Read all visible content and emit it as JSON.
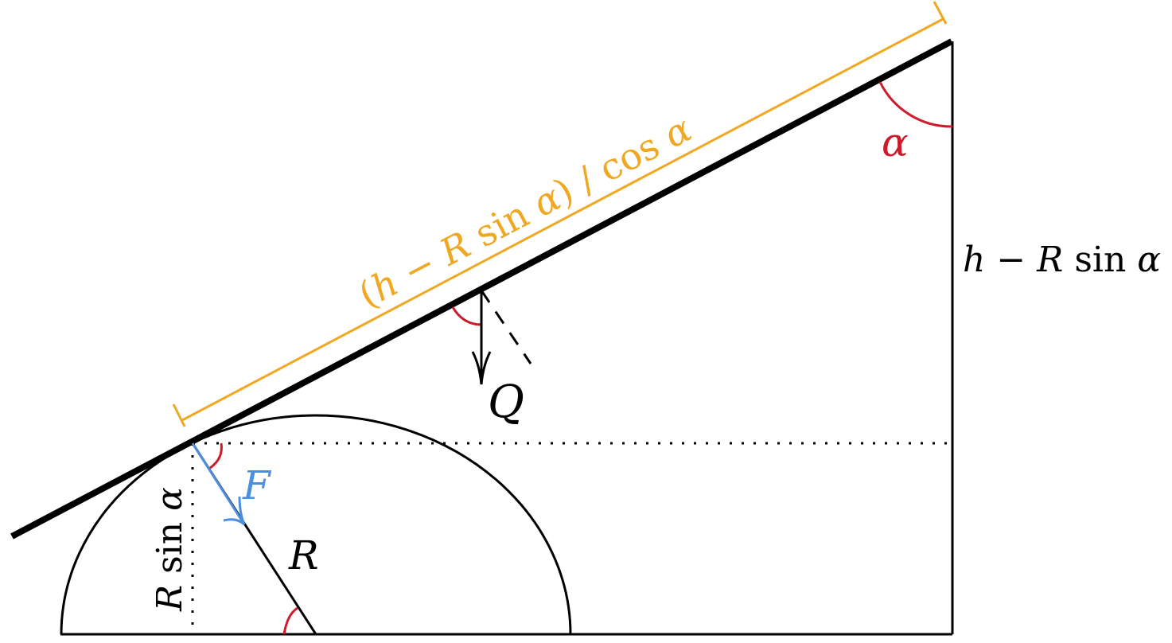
{
  "labels": {
    "hypotenuse": {
      "open": "(",
      "h": "h",
      "minus_r": " − R ",
      "sin": "sin",
      "alpha": " α",
      "close": ")",
      "slash": " / ",
      "cos": "cos",
      "alpha2": " α"
    },
    "vertical_side": {
      "h": "h",
      "minus_r": "  − R ",
      "sin": "sin",
      "alpha": " α"
    },
    "left_height": {
      "r": "R ",
      "sin": "sin",
      "alpha": " α"
    },
    "angle_alpha": "α",
    "weight": "Q",
    "force": "F",
    "radius": "R"
  },
  "colors": {
    "line": "#000000",
    "dimension": "#f0a722",
    "angle_arc": "#cc1b2b",
    "force": "#4a8fe0"
  }
}
